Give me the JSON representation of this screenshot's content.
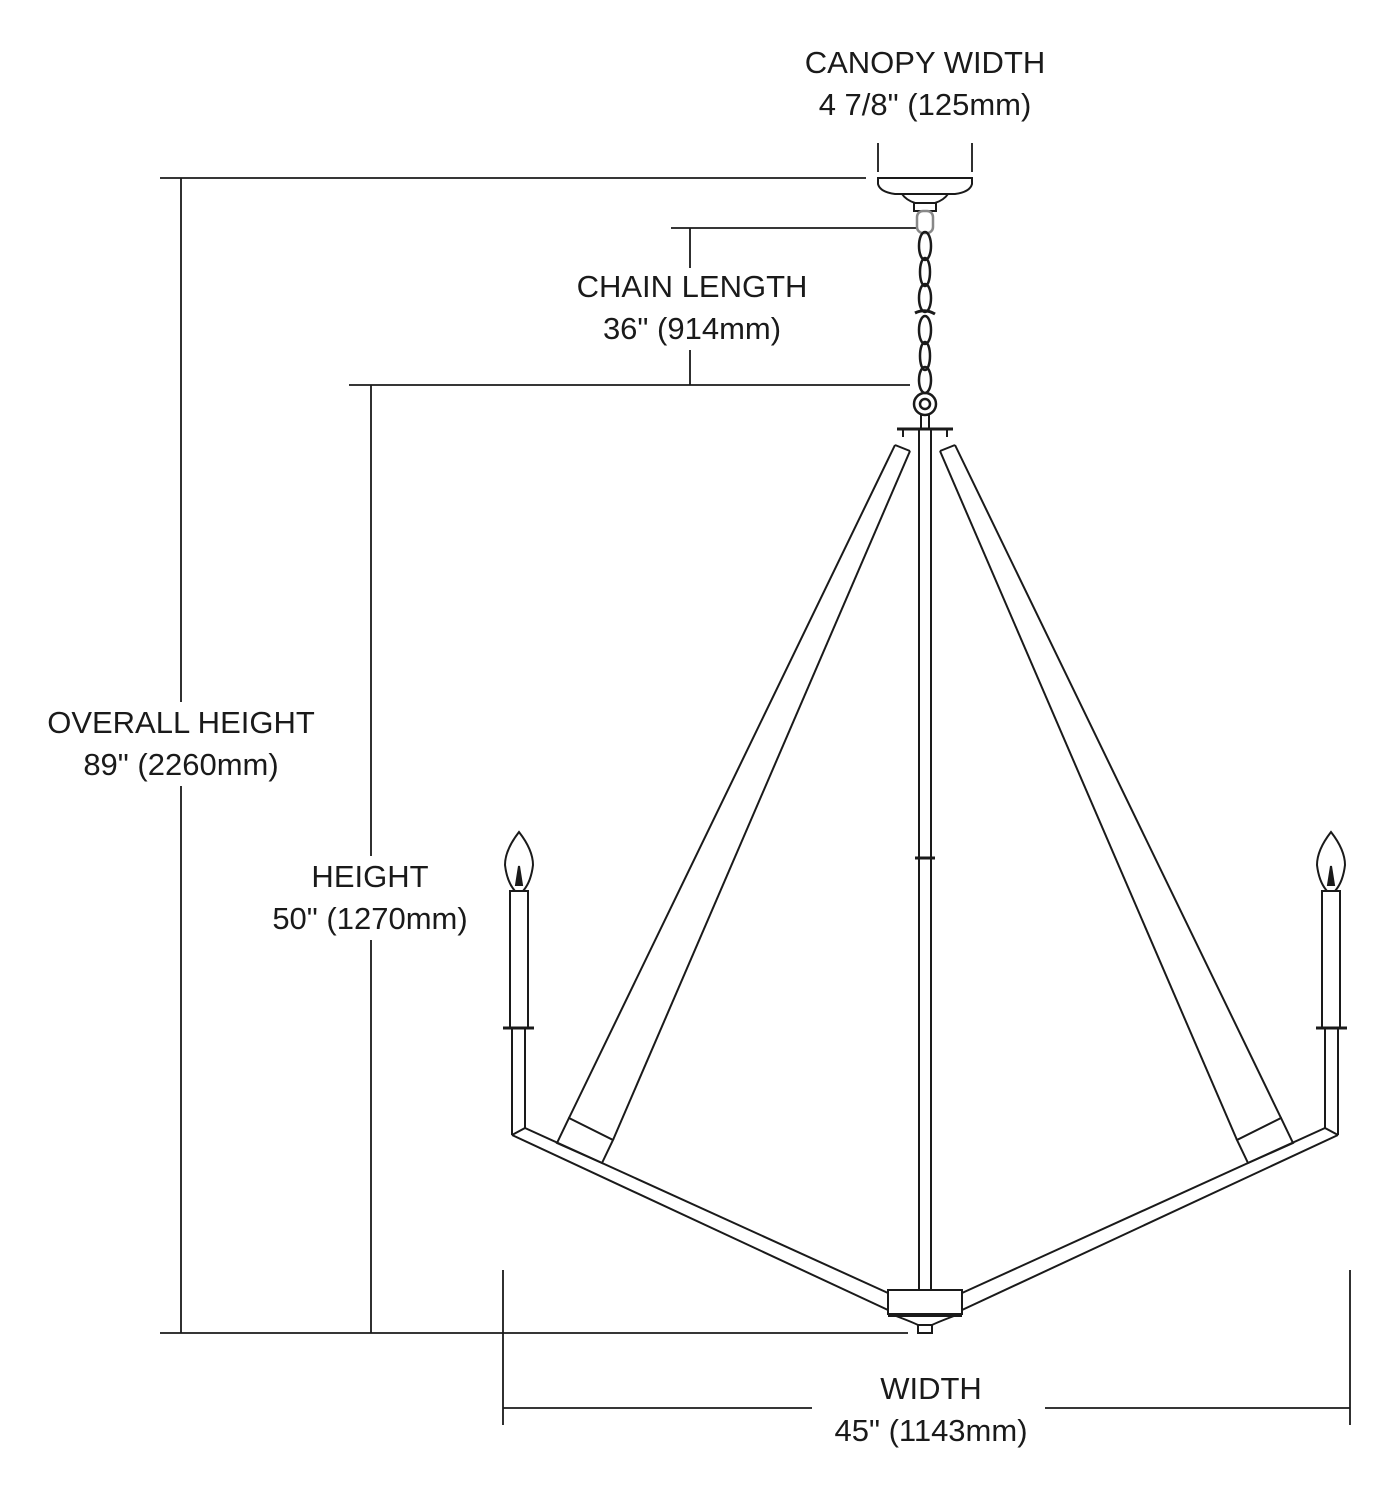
{
  "dimensions": {
    "canopy_width": {
      "label": "CANOPY WIDTH",
      "value": "4 7/8\" (125mm)"
    },
    "chain_length": {
      "label": "CHAIN LENGTH",
      "value": "36\" (914mm)"
    },
    "overall_height": {
      "label": "OVERALL HEIGHT",
      "value": "89\" (2260mm)"
    },
    "height": {
      "label": "HEIGHT",
      "value": "50\" (1270mm)"
    },
    "width": {
      "label": "WIDTH",
      "value": "45\" (1143mm)"
    }
  },
  "colors": {
    "line": "#1a1a1a",
    "background": "#ffffff"
  }
}
